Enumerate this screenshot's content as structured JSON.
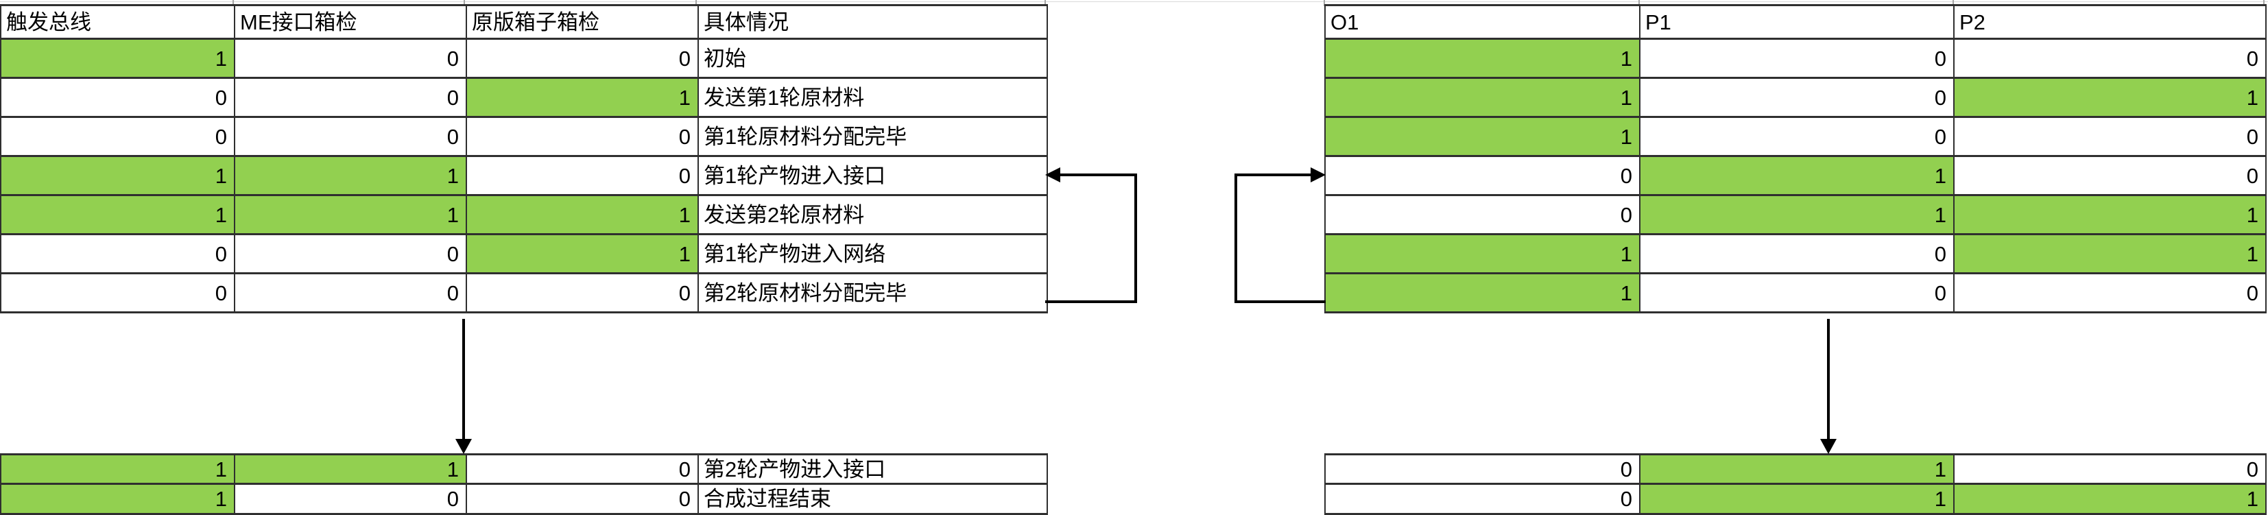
{
  "colors": {
    "highlight_green": "#92D050",
    "table_border": "#2f2f2f",
    "gridline_gray": "#d9d9d9",
    "arrow_black": "#000000",
    "text": "#000000",
    "background": "#ffffff"
  },
  "left_table": {
    "headers": [
      "触发总线",
      "ME接口箱检",
      "原版箱子箱检",
      "具体情况"
    ],
    "rows": [
      [
        "1",
        "0",
        "0",
        "初始"
      ],
      [
        "0",
        "0",
        "1",
        "发送第1轮原材料"
      ],
      [
        "0",
        "0",
        "0",
        "第1轮原材料分配完毕"
      ],
      [
        "1",
        "1",
        "0",
        "第1轮产物进入接口"
      ],
      [
        "1",
        "1",
        "1",
        "发送第2轮原材料"
      ],
      [
        "0",
        "0",
        "1",
        "第1轮产物进入网络"
      ],
      [
        "0",
        "0",
        "0",
        "第2轮原材料分配完毕"
      ]
    ],
    "footer_rows": [
      [
        "1",
        "1",
        "0",
        "第2轮产物进入接口"
      ],
      [
        "1",
        "0",
        "0",
        "合成过程结束"
      ]
    ]
  },
  "right_table": {
    "headers": [
      "O1",
      "P1",
      "P2"
    ],
    "rows": [
      [
        "1",
        "0",
        "0"
      ],
      [
        "1",
        "0",
        "1"
      ],
      [
        "1",
        "0",
        "0"
      ],
      [
        "0",
        "1",
        "0"
      ],
      [
        "0",
        "1",
        "1"
      ],
      [
        "1",
        "0",
        "1"
      ],
      [
        "1",
        "0",
        "0"
      ]
    ],
    "footer_rows": [
      [
        "0",
        "1",
        "0"
      ],
      [
        "0",
        "1",
        "1"
      ]
    ]
  },
  "arrows": {
    "left_loop": {
      "shape": "elbow",
      "from_row": 7,
      "to_row": 4,
      "head": "left"
    },
    "right_loop": {
      "shape": "elbow",
      "from_row": 7,
      "to_row": 4,
      "head": "right"
    },
    "left_down": {
      "shape": "straight",
      "head": "down"
    },
    "right_down": {
      "shape": "straight",
      "head": "down"
    }
  }
}
